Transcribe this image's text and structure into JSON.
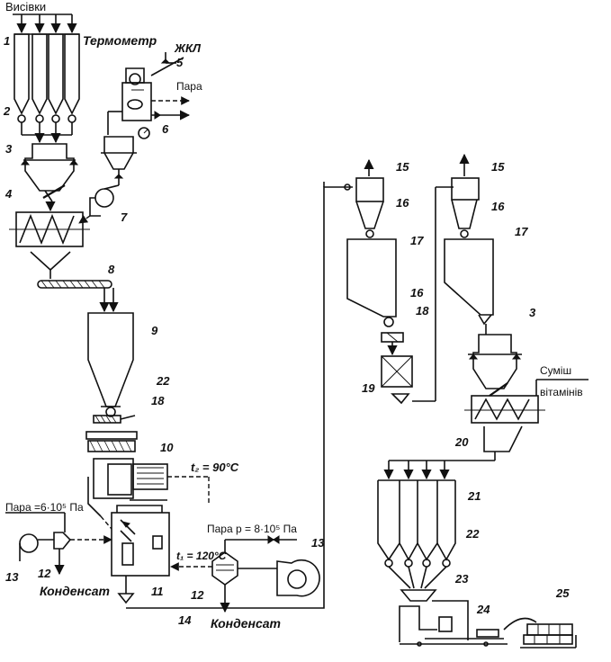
{
  "labels": {
    "bran": "Висівки",
    "thermometer": "Термометр",
    "zhkl": "ЖКЛ",
    "steam": "Пара",
    "steam_p6": "Пара =6·10⁵ Па",
    "steam_p8": "Пара  p = 8·10⁵ Па",
    "condensate_left": "Конденсат",
    "condensate_right": "Конденсат",
    "t2": "t₂ = 90°C",
    "t1": "t₁ = 120°C",
    "vitamin_mix_line1": "Суміш",
    "vitamin_mix_line2": "вітамінів"
  },
  "numbers": {
    "n1": "1",
    "n2": "2",
    "n3_top": "3",
    "n4": "4",
    "n5": "5",
    "n6": "6",
    "n7": "7",
    "n8": "8",
    "n9": "9",
    "n22_mid": "22",
    "n18_mid": "18",
    "n10": "10",
    "n11": "11",
    "n12_left": "12",
    "n12_right": "12",
    "n13_left": "13",
    "n13_right": "13",
    "n14": "14",
    "n15_a": "15",
    "n15_b": "15",
    "n16_a": "16",
    "n16_b": "16",
    "n16_c": "16",
    "n17_a": "17",
    "n17_b": "17",
    "n18_right": "18",
    "n19": "19",
    "n3_right": "3",
    "n20": "20",
    "n21": "21",
    "n22_right": "22",
    "n23": "23",
    "n24": "24",
    "n25": "25"
  }
}
